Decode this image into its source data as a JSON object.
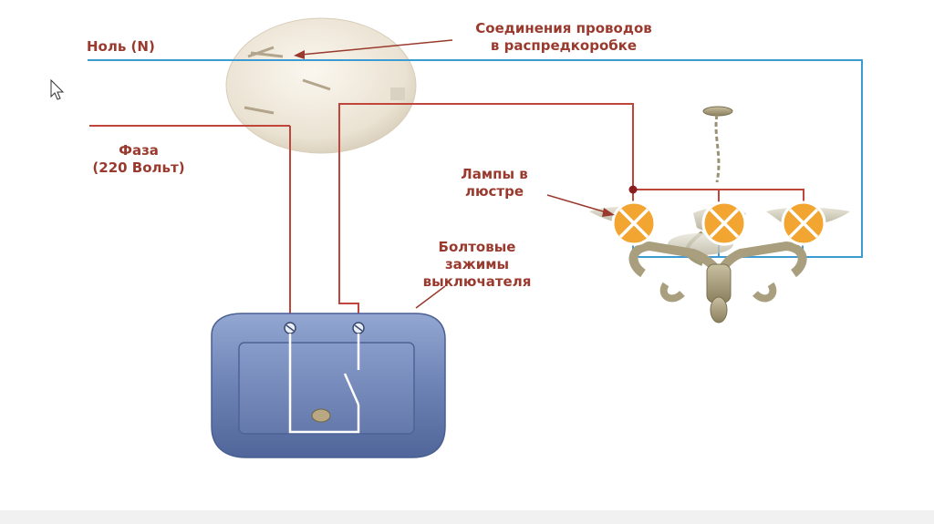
{
  "labels": {
    "neutral": "Ноль (N)",
    "phase": [
      "Фаза",
      "(220 Вольт)"
    ],
    "junction": [
      "Соединения проводов",
      "в распредкоробке"
    ],
    "lamps": [
      "Лампы в",
      "люстре"
    ],
    "clamps": [
      "Болтовые",
      "зажимы",
      "выключателя"
    ]
  },
  "colors": {
    "neutral_wire": "#3d9bd4",
    "phase_wire": "#c0453a",
    "switch_wire": "#ffffff",
    "label_text": "#9a3a2e",
    "lamp_fill": "#f2a531",
    "switch_body": "#6e85b6"
  },
  "icons": {
    "lamp": "lamp-x-icon",
    "cursor": "mouse-pointer-icon"
  }
}
